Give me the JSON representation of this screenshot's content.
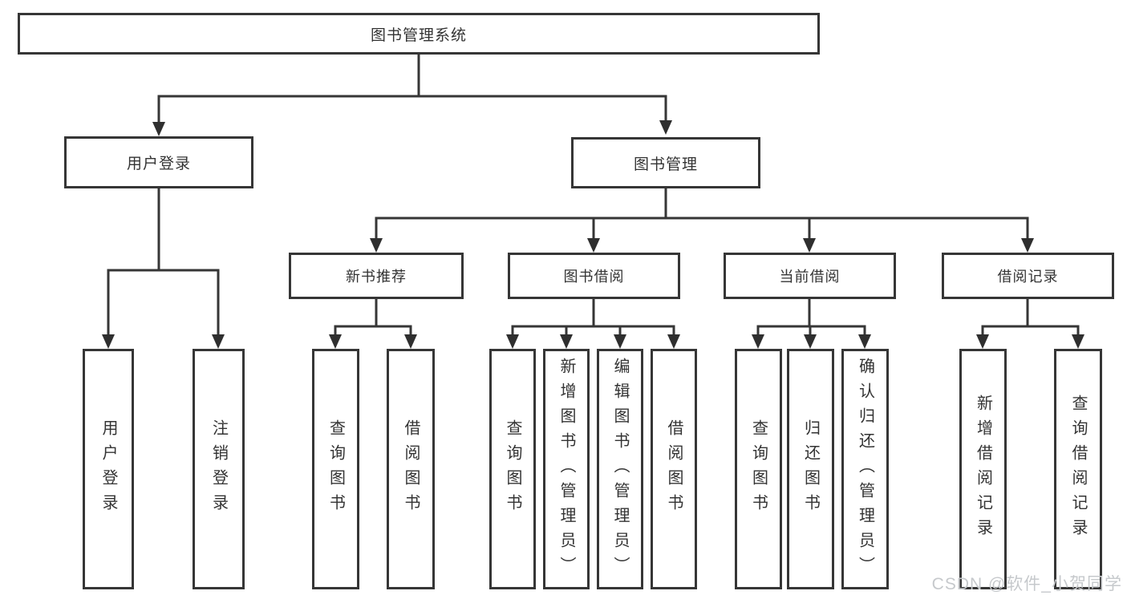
{
  "colors": {
    "line": "#363636",
    "text": "#333333",
    "watermark": "#c6c9cc"
  },
  "watermark": "CSDN @软件_小贺同学",
  "nodes": {
    "root": "图书管理系统",
    "level2": [
      "用户登录",
      "图书管理"
    ],
    "level3": [
      "新书推荐",
      "图书借阅",
      "当前借阅",
      "借阅记录"
    ],
    "leaves_login": [
      "用户登录",
      "注销登录"
    ],
    "leaves_recommend": [
      "查询图书",
      "借阅图书"
    ],
    "leaves_borrow": [
      "查询图书",
      "新增图书（管理员）",
      "编辑图书（管理员）",
      "借阅图书"
    ],
    "leaves_current": [
      "查询图书",
      "归还图书",
      "确认归还（管理员）"
    ],
    "leaves_records": [
      "新增借阅记录",
      "查询借阅记录"
    ]
  }
}
